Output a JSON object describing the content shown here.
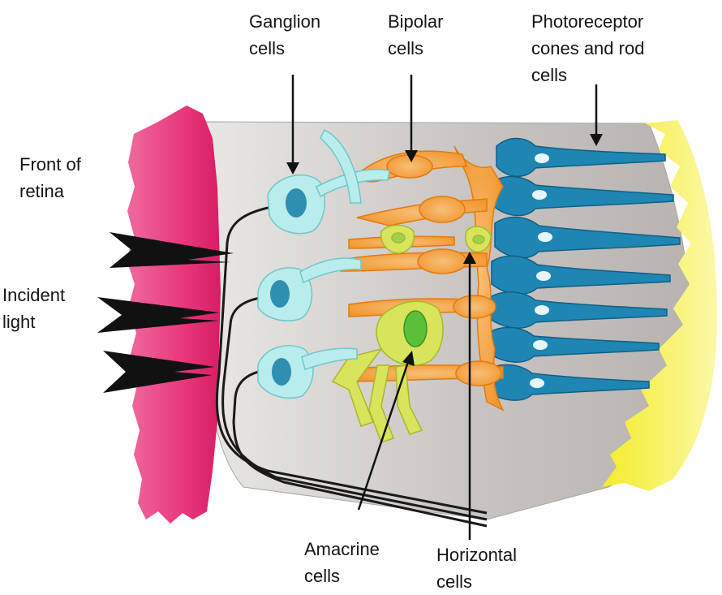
{
  "labels": {
    "ganglion": [
      "Ganglion",
      "cells"
    ],
    "bipolar": [
      "Bipolar",
      "cells"
    ],
    "photoreceptor": [
      "Photoreceptor",
      "cones and rod",
      "cells"
    ],
    "front": [
      "Front of",
      "retina"
    ],
    "incident": [
      "Incident",
      "light"
    ],
    "amacrine": [
      "Amacrine",
      "cells"
    ],
    "horizontal": [
      "Horizontal",
      "cells"
    ]
  },
  "colors": {
    "front_tissue": "#e8387a",
    "back_tissue": "#f5ee3c",
    "background_slab": "#c9c5c2",
    "ganglion": "#b9ecec",
    "ganglion_nucleus": "#2f8fb0",
    "bipolar": "#f3a045",
    "amacrine": "#d6e15a",
    "photoreceptor": "#1f86b4",
    "arrow": "#111111"
  },
  "icons": {
    "incident_light": "arrowhead-icon"
  }
}
